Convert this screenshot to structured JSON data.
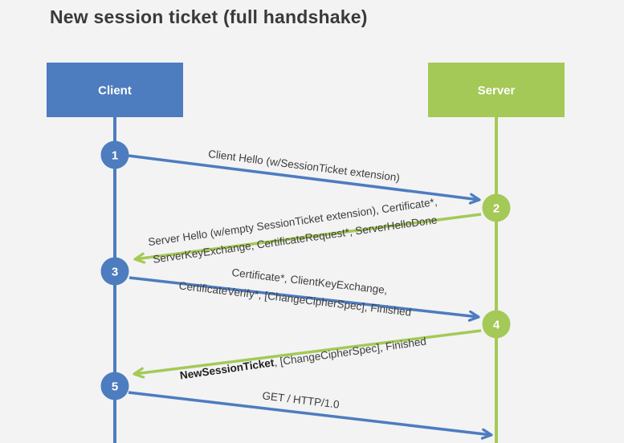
{
  "title": "New session ticket (full handshake)",
  "actors": {
    "client": {
      "label": "Client"
    },
    "server": {
      "label": "Server"
    }
  },
  "colors": {
    "client_blue": "#4d7cbf",
    "server_green": "#a4c957",
    "label_text": "#3d3d3d",
    "background": "#f3f3f4",
    "title_text": "#3a3a3a"
  },
  "steps": [
    {
      "num": "1",
      "direction": "client-to-server",
      "lines": [
        "Client Hello (w/SessionTicket extension)"
      ]
    },
    {
      "num": "2",
      "direction": "server-to-client",
      "lines": [
        "Server Hello (w/empty SessionTicket extension), Certificate*,",
        "ServerKeyExchange, CertificateRequest*, ServerHelloDone"
      ]
    },
    {
      "num": "3",
      "direction": "client-to-server",
      "lines": [
        "Certificate*, ClientKeyExchange,",
        "CertificateVerify*, [ChangeCipherSpec], Finished"
      ]
    },
    {
      "num": "4",
      "direction": "server-to-client",
      "label_bold": "NewSessionTicket",
      "label_rest": ", [ChangeCipherSpec], Finished"
    },
    {
      "num": "5",
      "direction": "client-to-server",
      "lines": [
        "GET / HTTP/1.0"
      ]
    }
  ]
}
